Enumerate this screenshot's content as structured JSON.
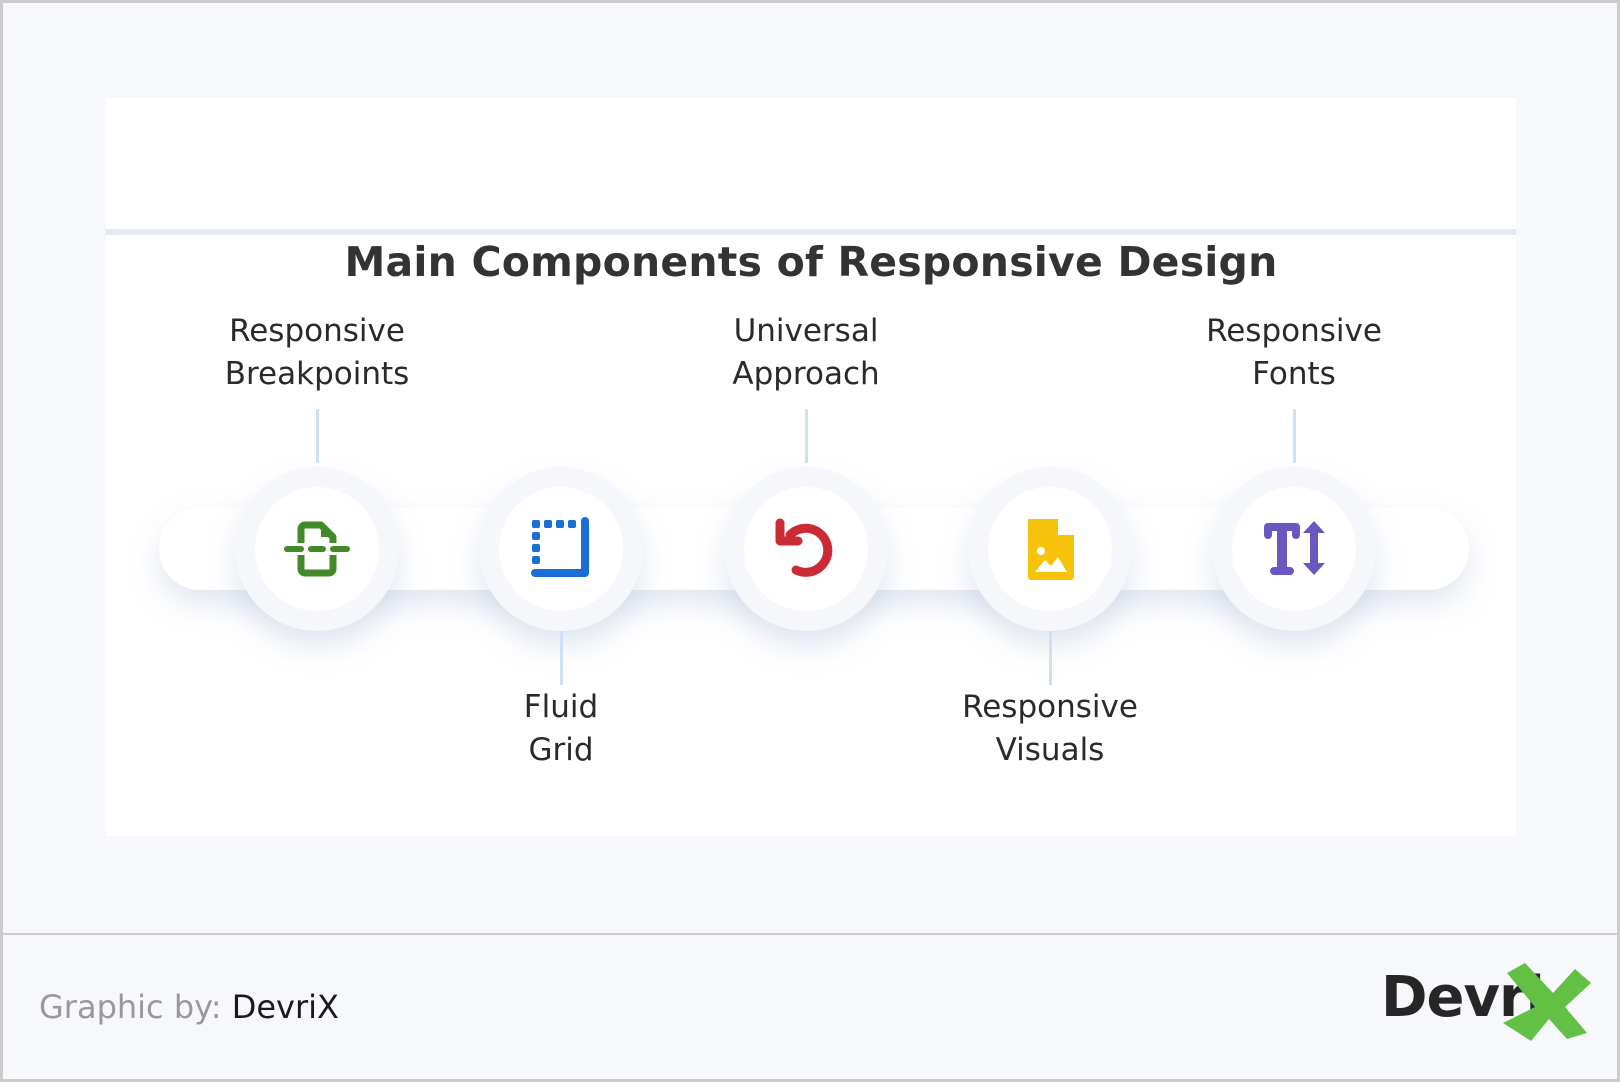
{
  "title": "Main Components of Responsive Design",
  "components": [
    {
      "line1": "Responsive",
      "line2": "Breakpoints",
      "icon": "breakpoints-icon",
      "color": "#428a27",
      "position": "top"
    },
    {
      "line1": "Fluid",
      "line2": "Grid",
      "icon": "fluid-grid-icon",
      "color": "#1a6fd4",
      "position": "bottom"
    },
    {
      "line1": "Universal",
      "line2": "Approach",
      "icon": "undo-icon",
      "color": "#cc2b36",
      "position": "top"
    },
    {
      "line1": "Responsive",
      "line2": "Visuals",
      "icon": "image-file-icon",
      "color": "#f7c30a",
      "position": "bottom"
    },
    {
      "line1": "Responsive",
      "line2": "Fonts",
      "icon": "text-height-icon",
      "color": "#6a58c2",
      "position": "top"
    }
  ],
  "footer": {
    "credit_label": "Graphic by:",
    "credit_value": "DevriX",
    "logo_text": "Devri",
    "logo_accent": "#62c044"
  }
}
